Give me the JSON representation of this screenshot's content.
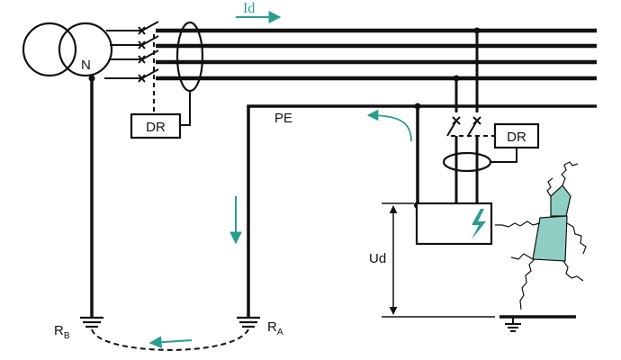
{
  "labels": {
    "neutral": "N",
    "fault_current": "Id",
    "pe": "PE",
    "dr_left": "DR",
    "dr_right": "DR",
    "ud": "Ud",
    "rb_main": "R",
    "rb_sub": "B",
    "ra_main": "R",
    "ra_sub": "A"
  },
  "colors": {
    "line": "#111111",
    "accent": "#2a9d8f",
    "person_fill": "#8fcfc3"
  }
}
